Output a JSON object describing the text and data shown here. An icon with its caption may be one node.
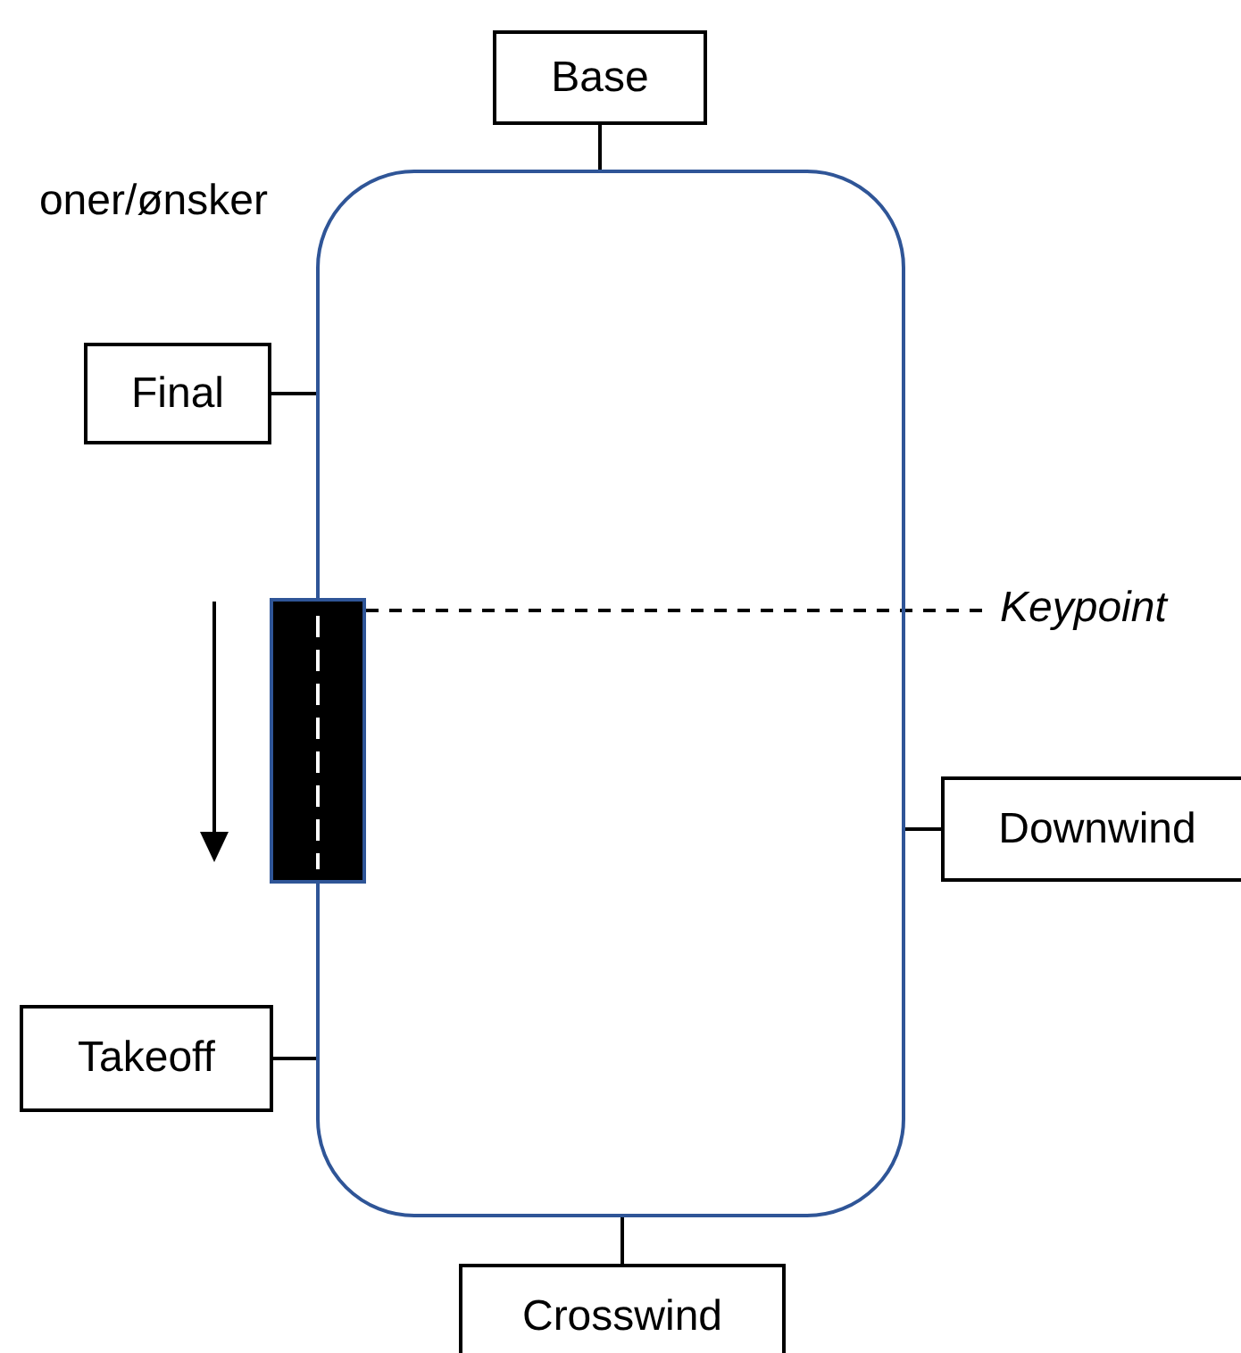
{
  "diagram": {
    "nodes": [
      {
        "text": [
          "Base"
        ]
      },
      {
        "text": [],
        "shape": "box"
      },
      {
        "text": [
          "Final"
        ]
      },
      {
        "text": [],
        "shape": "bar"
      },
      {
        "text": [
          "Keypoint"
        ]
      },
      {
        "text": [
          "Downwind"
        ]
      },
      {
        "text": [
          "Takeoff"
        ]
      },
      {
        "text": [
          "Crosswind"
        ]
      }
    ],
    "edges": [
      {
        "from": 0,
        "to": 1,
        "arrow": "none"
      },
      {
        "from": 2,
        "to": 1,
        "arrow": "none"
      },
      {
        "from": 4,
        "to": 3,
        "arrow": "none",
        "style": "dashed"
      },
      {
        "from": 5,
        "to": 1,
        "arrow": "none"
      },
      {
        "from": 6,
        "to": 1,
        "arrow": "none"
      },
      {
        "from": 7,
        "to": 1,
        "arrow": "none"
      }
    ],
    "labels": [
      "oner/ønsker"
    ]
  }
}
